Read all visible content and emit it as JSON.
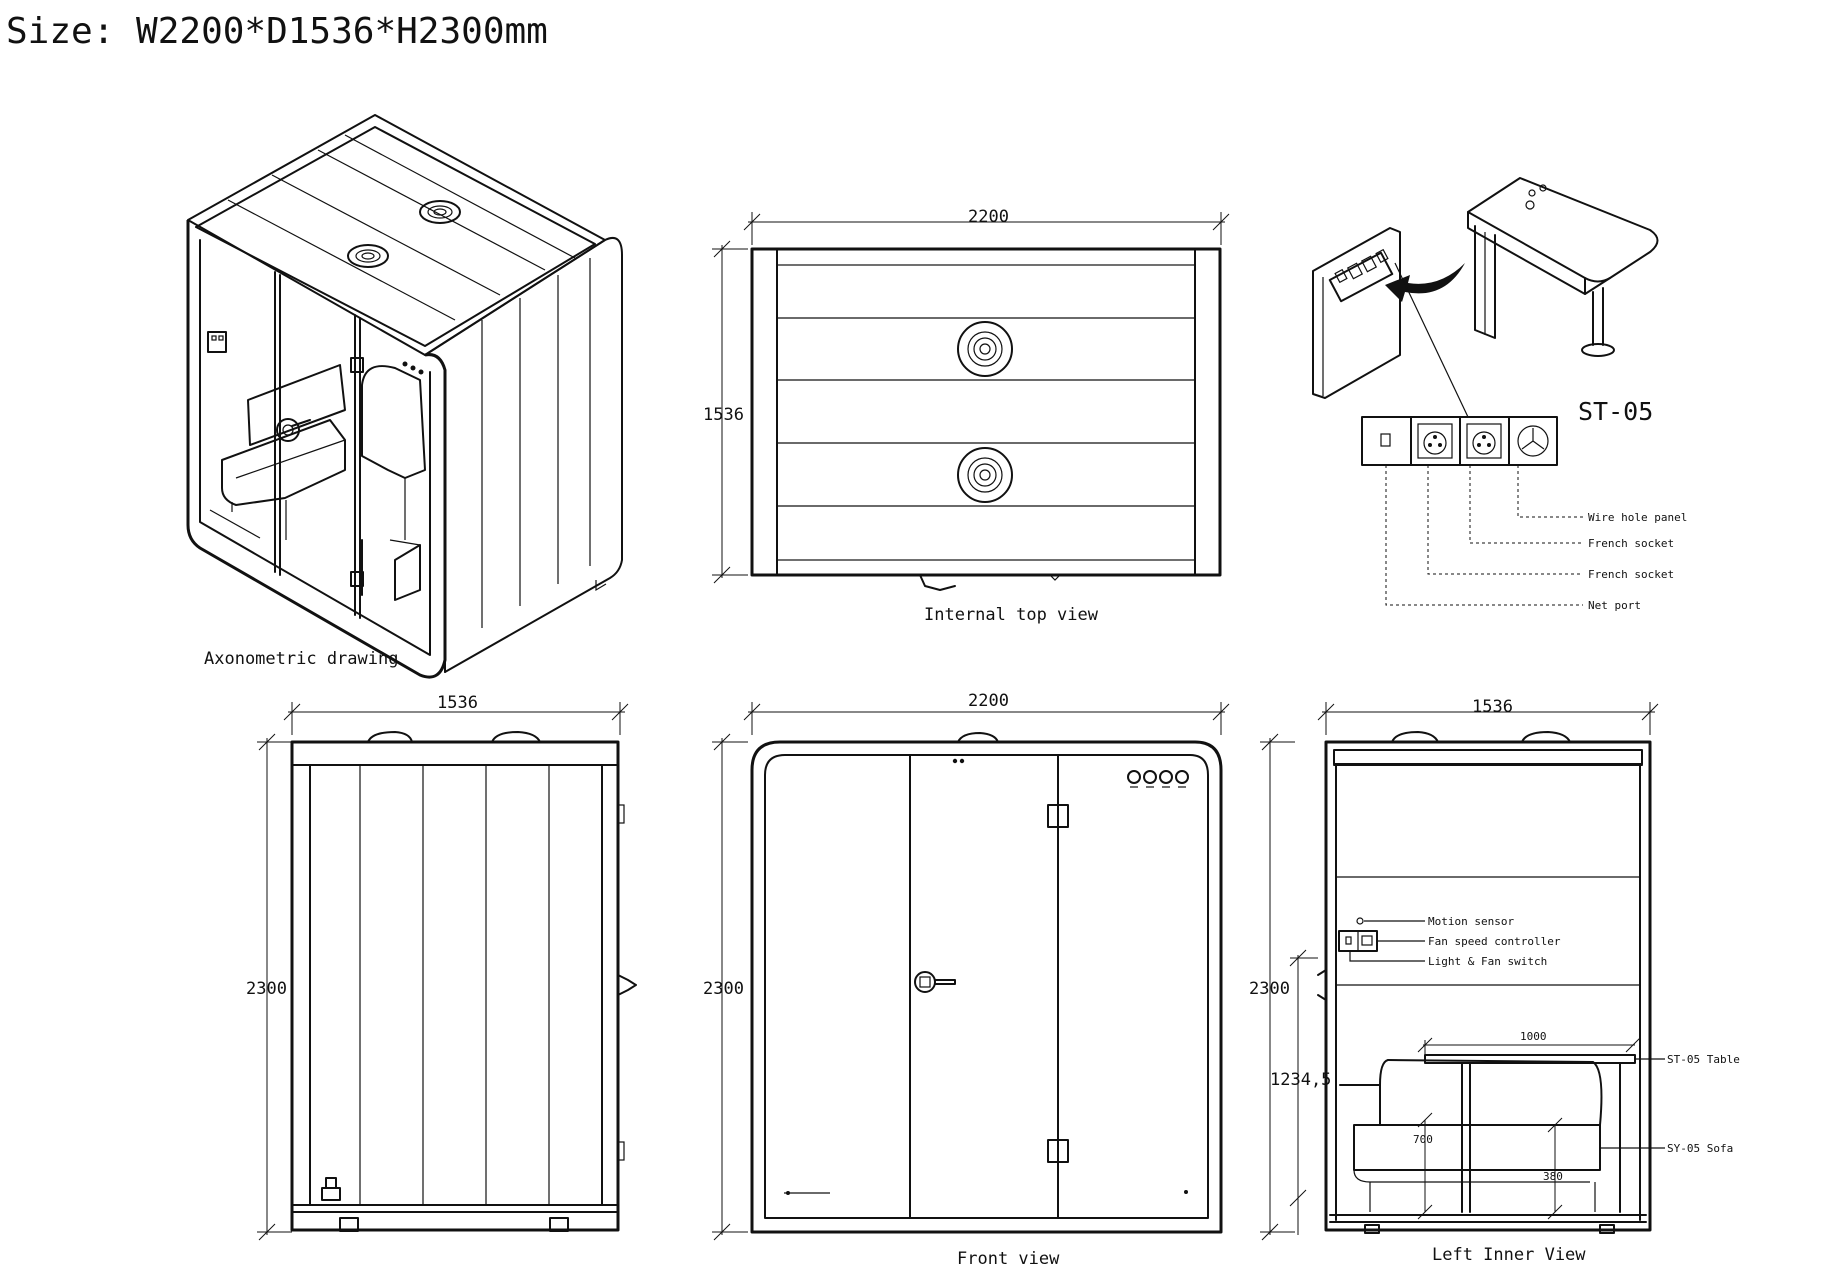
{
  "header": {
    "size_label": "Size: W2200*D1536*H2300mm"
  },
  "views": {
    "axonometric": {
      "caption": "Axonometric drawing"
    },
    "internal_top": {
      "caption": "Internal top view",
      "width_dim": "2200",
      "depth_dim": "1536"
    },
    "table_detail": {
      "model": "ST-05",
      "callouts": [
        "Wire hole panel",
        "French socket",
        "French socket",
        "Net port"
      ]
    },
    "side": {
      "width_dim": "1536",
      "height_dim": "2300"
    },
    "front": {
      "caption": "Front view",
      "width_dim": "2200",
      "height_dim": "2300"
    },
    "left_inner": {
      "caption": "Left Inner View",
      "width_dim": "1536",
      "height_dim": "2300",
      "table_height_dim": "1234,5",
      "table_length_dim": "1000",
      "sofa_depth_dim": "700",
      "seat_height_dim": "380",
      "callouts": [
        "Motion sensor",
        "Fan speed controller",
        "Light & Fan switch",
        "ST-05 Table",
        "SY-05 Sofa"
      ]
    }
  }
}
